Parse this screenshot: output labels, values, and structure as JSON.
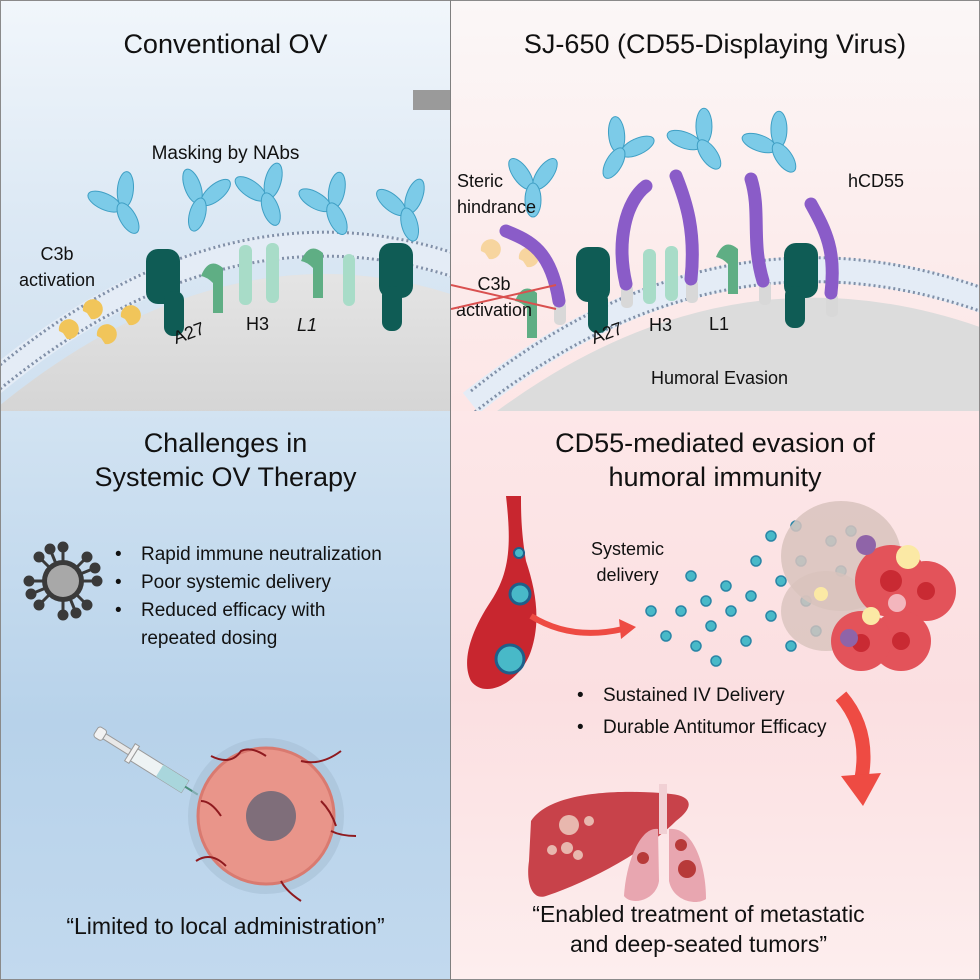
{
  "panels": {
    "top_left": {
      "title": "Conventional OV",
      "subtitle": "Masking by NAbs",
      "c3b_label_line1": "C3b",
      "c3b_label_line2": "activation",
      "protein_labels": [
        "A27",
        "H3",
        "L1"
      ]
    },
    "top_right": {
      "title": "SJ-650 (CD55-Displaying Virus)",
      "steric_line1": "Steric",
      "steric_line2": "hindrance",
      "hcd55_label": "hCD55",
      "c3b_crossed_line1": "C3b",
      "c3b_crossed_line2": "activation",
      "protein_labels": [
        "A27",
        "H3",
        "L1"
      ],
      "membrane_caption": "Humoral Evasion"
    },
    "bottom_left": {
      "title_line1": "Challenges in",
      "title_line2": "Systemic OV Therapy",
      "icon": "virus-icon",
      "bullets": [
        "Rapid immune neutralization",
        "Poor systemic delivery",
        "Reduced efficacy with",
        "repeated dosing"
      ],
      "quote": "“Limited to local administration”"
    },
    "bottom_right": {
      "title_line1": "CD55-mediated evasion of",
      "title_line2": "humoral immunity",
      "delivery_line1": "Systemic",
      "delivery_line2": "delivery",
      "bullets": [
        "Sustained IV Delivery",
        "Durable Antitumor Efficacy"
      ],
      "quote_line1": "“Enabled treatment of metastatic",
      "quote_line2": "and deep-seated tumors”"
    }
  },
  "colors": {
    "antibody": "#7ccbe8",
    "antibody_edge": "#3f9fc4",
    "cd55": "#8a5cc8",
    "a27_dark": "#0f5c55",
    "protein_green": "#5fae84",
    "protein_light": "#a8dcc8",
    "c3b": "#f1c55a",
    "membrane_dot": "#8190a8",
    "arrow_gray": "#9a9a9a",
    "red_arrow": "#ee4b43",
    "blood_vessel": "#c8262f",
    "virus_teal": "#48b9c8",
    "liver": "#c8424a",
    "lung": "#e8a6b0"
  }
}
